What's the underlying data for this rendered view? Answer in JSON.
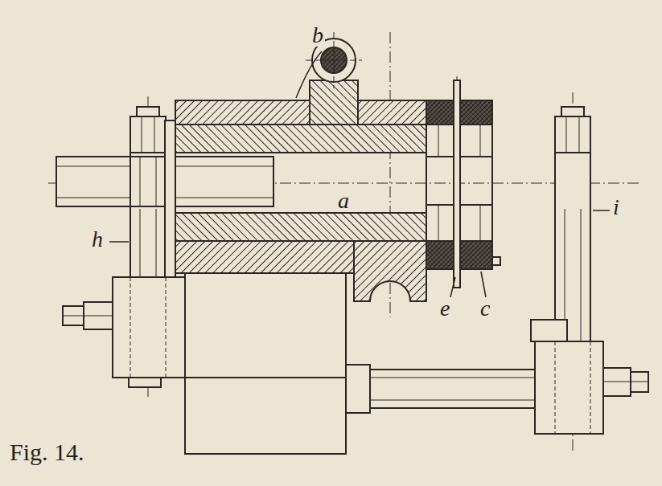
{
  "diagram": {
    "caption": "Fig. 14.",
    "labels": [
      "b",
      "a",
      "h",
      "e",
      "c",
      "i"
    ]
  }
}
